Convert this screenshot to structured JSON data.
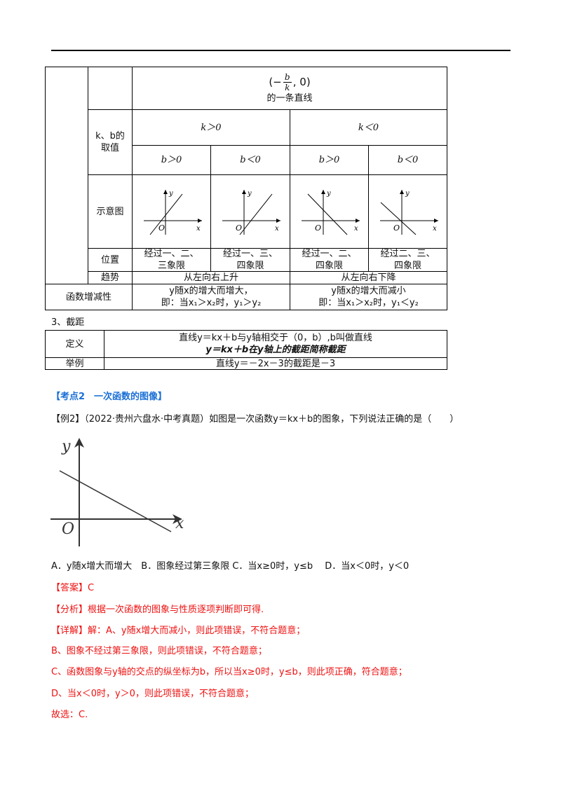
{
  "table1": {
    "intercept_caption": "的一条直线",
    "kb_label": "k、b的取值",
    "k_pos": "k＞0",
    "k_neg": "k＜0",
    "b_pos": "b＞0",
    "b_neg": "b＜0",
    "diagram_label": "示意图",
    "position_label": "位置",
    "pos1": "经过一、二、三象限",
    "pos2": "经过一、三、四象限",
    "pos3": "经过一、二、四象限",
    "pos4": "经过二、三、四象限",
    "trend_label": "趋势",
    "trend_up": "从左向右上升",
    "trend_down": "从左向右下降",
    "mono_label": "函数增减性",
    "mono_up_1": "y随x的增大而增大，",
    "mono_up_2": "即：当x₁＞x₂时，y₁＞y₂",
    "mono_down_1": "y随x的增大而减小",
    "mono_down_2": "即：当x₁＞x₂时，y₁＜y₂",
    "axis_y": "y",
    "axis_x": "x",
    "origin": "O"
  },
  "section3_title": "3、截距",
  "table2": {
    "def_label": "定义",
    "def_line1": "直线y＝kx＋b与y轴相交于（0，b）,b叫做直线",
    "def_line2": "y＝kx＋b在y轴上的截距简称截距",
    "ex_label": "举例",
    "ex_text": "直线y＝－2x－3的截距是－3"
  },
  "kaodian": "【考点2　一次函数的图像】",
  "example_text": "【例2】（2022·贵州六盘水·中考真题）如图是一次函数y＝kx＋b的图象，下列说法正确的是（　　）",
  "options": "A．y随x增大而增大　B．图象经过第三象限 C．当x≥0时，y≤b　 D．当x＜0时，y＜0",
  "answer": "【答案】C",
  "analysis": "【分析】根据一次函数的图象与性质逐项判断即可得.",
  "detail_a": "【详解】解：A、y随x增大而减小，则此项错误，不符合题意；",
  "detail_b": "B、图象不经过第三象限，则此项错误，不符合题意；",
  "detail_c": "C、函数图象与y轴的交点的纵坐标为b，所以当x≥0时，y≤b，则此项正确，符合题意；",
  "detail_d": "D、当x＜0时，y＞0，则此项错误，不符合题意；",
  "conclusion": "故选：C."
}
